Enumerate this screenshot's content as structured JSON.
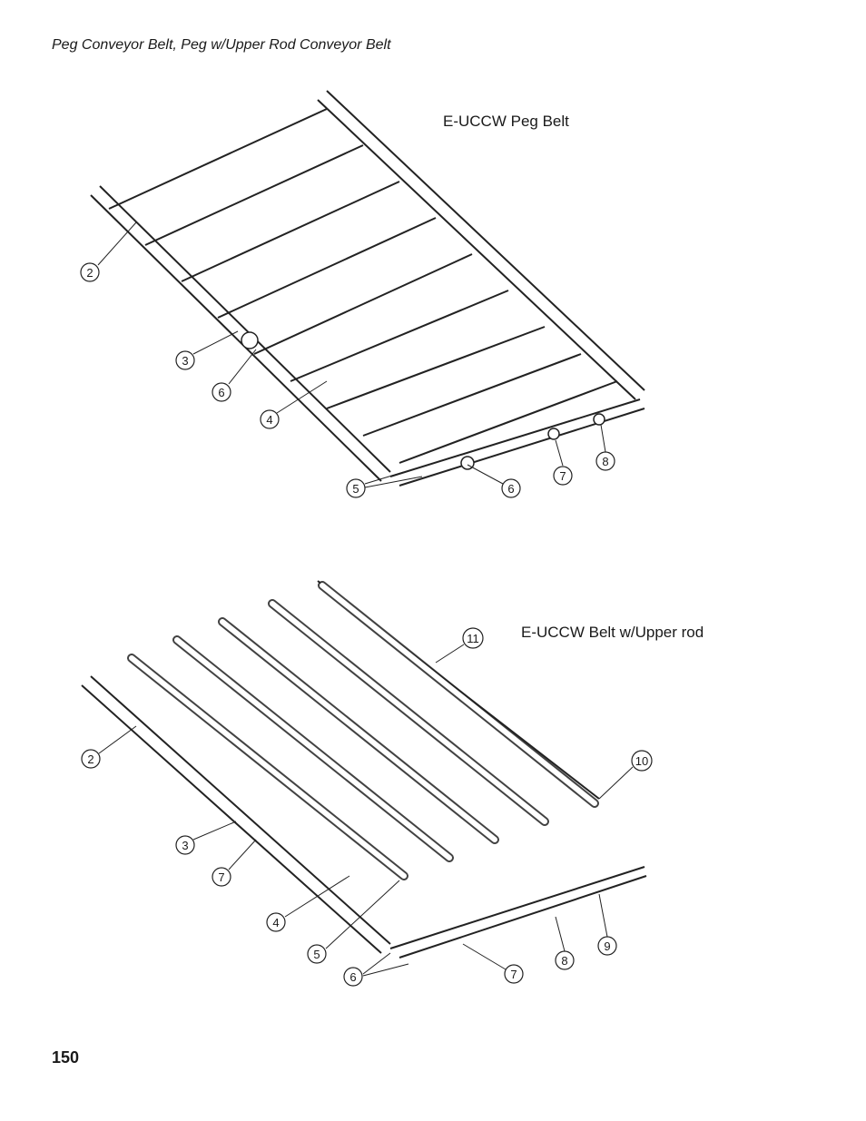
{
  "header": {
    "text": "Peg Conveyor Belt, Peg w/Upper Rod Conveyor Belt"
  },
  "figure1": {
    "title": "E-UCCW  Peg Belt",
    "callouts": [
      "2",
      "3",
      "6",
      "4",
      "5",
      "6",
      "7",
      "8"
    ]
  },
  "figure2": {
    "title": "E-UCCW Belt w/Upper rod",
    "callouts": [
      "11",
      "10",
      "2",
      "3",
      "7",
      "4",
      "5",
      "6",
      "7",
      "8",
      "9"
    ]
  },
  "footer": {
    "page_number": "150"
  }
}
